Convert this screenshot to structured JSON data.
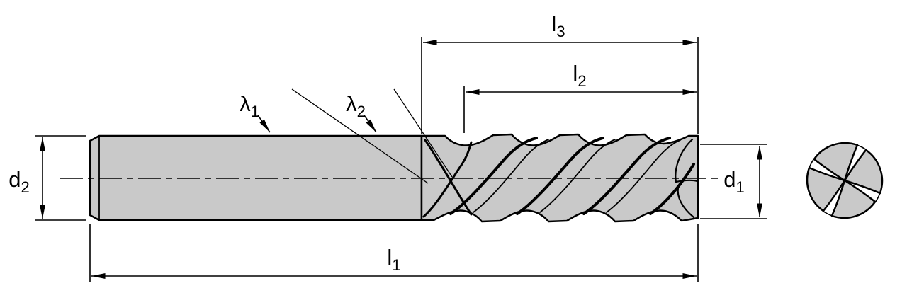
{
  "diagram": {
    "title": "end-mill-dimension-drawing",
    "colors": {
      "body_fill": "#c9c9c9",
      "line": "#000000",
      "background": "#ffffff"
    },
    "labels": {
      "l1": {
        "base": "l",
        "sub": "1"
      },
      "l2": {
        "base": "l",
        "sub": "2"
      },
      "l3": {
        "base": "l",
        "sub": "3"
      },
      "d1": {
        "base": "d",
        "sub": "1"
      },
      "d2": {
        "base": "d",
        "sub": "2"
      },
      "lambda1": {
        "base": "λ",
        "sub": "1"
      },
      "lambda2": {
        "base": "λ",
        "sub": "2"
      }
    }
  }
}
